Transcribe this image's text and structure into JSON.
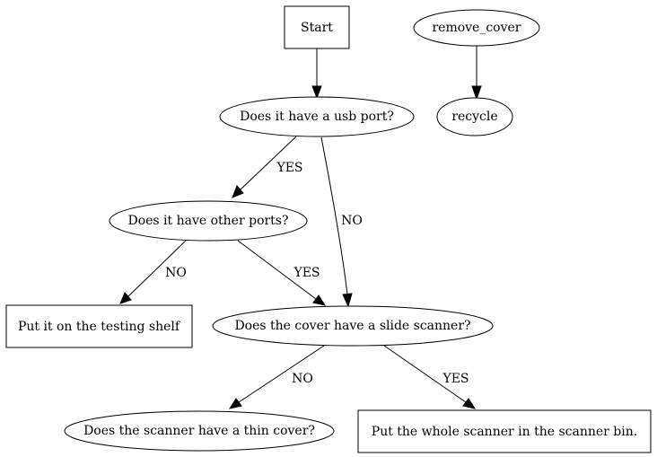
{
  "nodes": {
    "start": "Start",
    "usb": "Does it have a usb port?",
    "other_ports": "Does it have other ports?",
    "testing_shelf": "Put it on the testing shelf",
    "slide_scanner": "Does the cover have a slide scanner?",
    "thin_cover": "Does the scanner have a thin cover?",
    "scanner_bin": "Put the whole scanner in the scanner bin.",
    "remove_cover": "remove_cover",
    "recycle": "recycle"
  },
  "edges": {
    "usb_yes": "YES",
    "usb_no": "NO",
    "other_no": "NO",
    "other_yes": "YES",
    "slide_no": "NO",
    "slide_yes": "YES"
  }
}
